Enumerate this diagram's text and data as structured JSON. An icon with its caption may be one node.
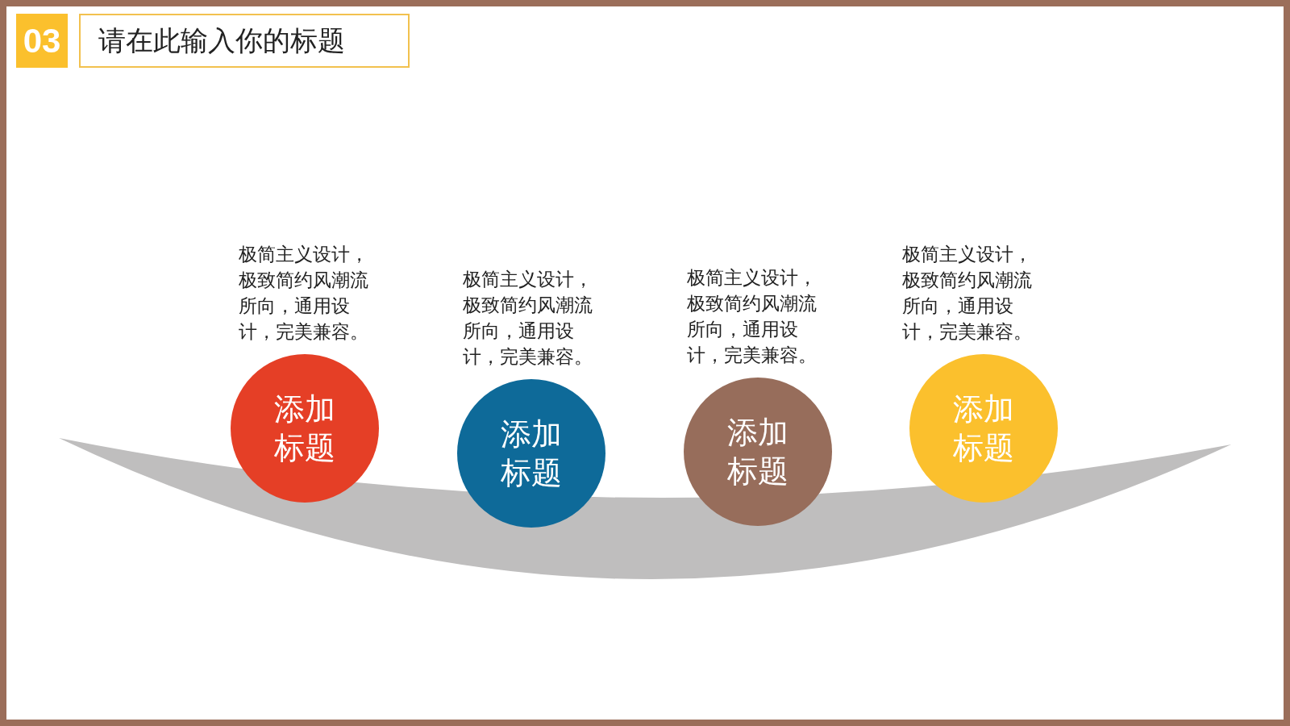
{
  "diagram": {
    "title": "请在此输入你的标题",
    "nodes": [
      {
        "text": [
          "添加标题"
        ],
        "beside": [
          "极简主义设计，极致简约风潮流所向，通用设计，完美兼容。"
        ]
      },
      {
        "text": [
          "添加标题"
        ],
        "beside": [
          "极简主义设计，极致简约风潮流所向，通用设计，完美兼容。"
        ]
      },
      {
        "text": [
          "添加标题"
        ],
        "beside": [
          "极简主义设计，极致简约风潮流所向，通用设计，完美兼容。"
        ]
      },
      {
        "text": [
          "添加标题"
        ],
        "beside": [
          "极简主义设计，极致简约风潮流所向，通用设计，完美兼容。"
        ]
      }
    ],
    "edges": [],
    "labels": [
      "03"
    ]
  }
}
